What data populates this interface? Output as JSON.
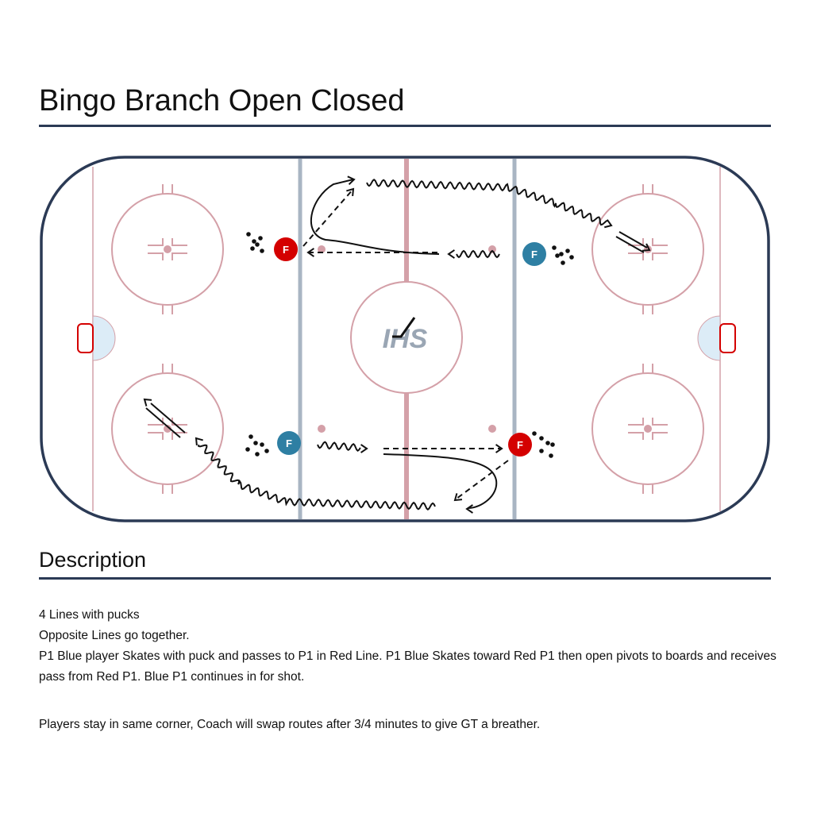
{
  "title": "Bingo Branch Open Closed",
  "description_heading": "Description",
  "description_lines": [
    "4 Lines with pucks",
    "Opposite Lines go together.",
    "P1 Blue player Skates with puck and passes to P1 in Red Line. P1 Blue Skates toward Red P1 then open pivots to boards and receives pass from Red P1. Blue P1 continues in for shot."
  ],
  "description_note": "Players stay in same corner, Coach will swap routes after 3/4 minutes to give GT a breather.",
  "rink": {
    "logo": "IHS",
    "player_label": "F",
    "colors": {
      "red_team": "#d40000",
      "blue_team": "#2e7fa3",
      "boards": "#2b3a55",
      "blue_line": "#a9b5c3",
      "red_line": "#d4a0a8"
    }
  }
}
